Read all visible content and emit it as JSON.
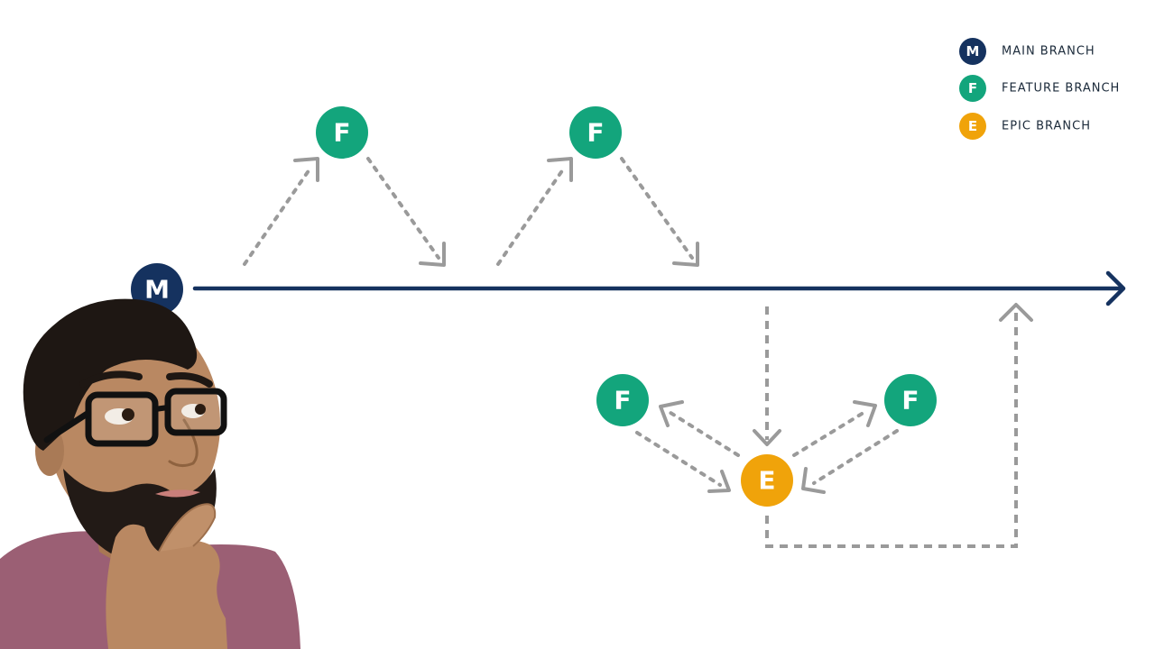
{
  "colors": {
    "main": "#15325f",
    "feature": "#13a57c",
    "epic": "#f0a30a",
    "connector": "#9a9a9a",
    "person_shirt": "#9b5f74",
    "person_skin": "#b98862"
  },
  "legend": [
    {
      "key": "M",
      "label": "MAIN BRANCH",
      "color": "#15325f"
    },
    {
      "key": "F",
      "label": "FEATURE BRANCH",
      "color": "#13a57c"
    },
    {
      "key": "E",
      "label": "EPIC BRANCH",
      "color": "#f0a30a"
    }
  ],
  "nodes": {
    "main": "M",
    "feature_1": "F",
    "feature_2": "F",
    "epic_feature_left": "F",
    "epic_feature_right": "F",
    "epic": "E"
  },
  "illustration": {
    "subject": "thinking person with glasses",
    "icon": "person-thinking-illustration"
  }
}
